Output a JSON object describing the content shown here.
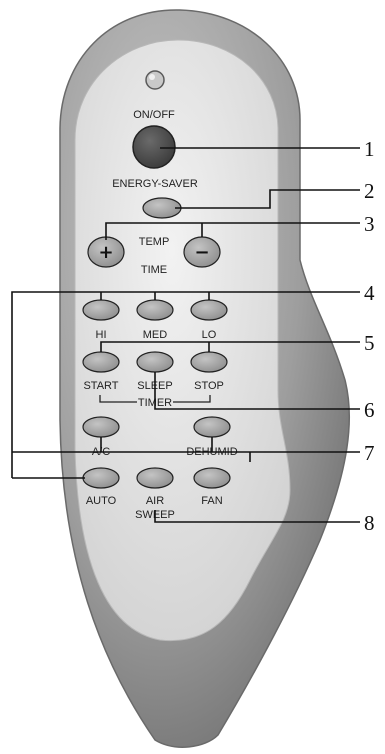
{
  "remote": {
    "power_label": "ON/OFF",
    "energy_label": "ENERGY-SAVER",
    "temp_label": "TEMP",
    "time_label": "TIME",
    "plus_symbol": "+",
    "minus_symbol": "−",
    "fan_speeds": {
      "hi": "HI",
      "med": "MED",
      "lo": "LO"
    },
    "timer": {
      "start": "START",
      "sleep": "SLEEP",
      "stop": "STOP",
      "group_label": "TIMER"
    },
    "modes": {
      "ac": "A/C",
      "dehumid": "DEHUMID",
      "auto": "AUTO",
      "air_sweep_1": "AIR",
      "air_sweep_2": "SWEEP",
      "fan": "FAN"
    }
  },
  "callouts": [
    "1",
    "2",
    "3",
    "4",
    "5",
    "6",
    "7",
    "8"
  ],
  "colors": {
    "shell": "#9b9b9b",
    "face": "#e2e2e2",
    "button": "#a6a6a6",
    "power_button": "#4c4c4c",
    "leader": "#111111"
  }
}
